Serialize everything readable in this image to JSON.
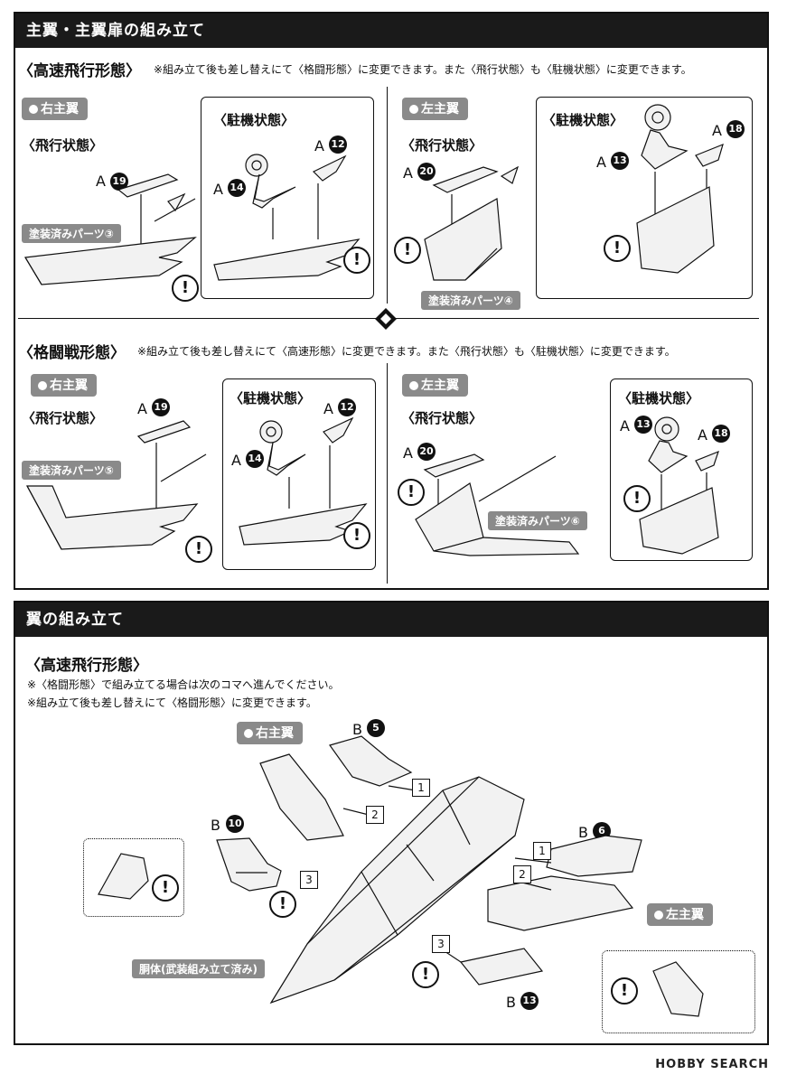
{
  "section1": {
    "title": "主翼・主翼扉の組み立て",
    "high_speed": {
      "mode_label": "〈高速飛行形態〉",
      "note": "※組み立て後も差し替えにて〈格闘形態〉に変更できます。また〈飛行状態〉も〈駐機状態〉に変更できます。",
      "right": {
        "wing_label": "右主翼",
        "flight_state": "〈飛行状態〉",
        "parked_state": "〈駐機状態〉",
        "painted_parts": "塗装済みパーツ③",
        "flight_part": {
          "prefix": "A",
          "num": "19"
        },
        "parked_parts": [
          {
            "prefix": "A",
            "num": "14"
          },
          {
            "prefix": "A",
            "num": "12"
          }
        ]
      },
      "left": {
        "wing_label": "左主翼",
        "flight_state": "〈飛行状態〉",
        "parked_state": "〈駐機状態〉",
        "painted_parts": "塗装済みパーツ④",
        "flight_part": {
          "prefix": "A",
          "num": "20"
        },
        "parked_parts": [
          {
            "prefix": "A",
            "num": "13"
          },
          {
            "prefix": "A",
            "num": "18"
          }
        ]
      }
    },
    "combat": {
      "mode_label": "〈格闘戦形態〉",
      "note": "※組み立て後も差し替えにて〈高速形態〉に変更できます。また〈飛行状態〉も〈駐機状態〉に変更できます。",
      "right": {
        "wing_label": "右主翼",
        "flight_state": "〈飛行状態〉",
        "parked_state": "〈駐機状態〉",
        "painted_parts": "塗装済みパーツ⑤",
        "flight_part": {
          "prefix": "A",
          "num": "19"
        },
        "parked_parts": [
          {
            "prefix": "A",
            "num": "14"
          },
          {
            "prefix": "A",
            "num": "12"
          }
        ]
      },
      "left": {
        "wing_label": "左主翼",
        "flight_state": "〈飛行状態〉",
        "parked_state": "〈駐機状態〉",
        "painted_parts": "塗装済みパーツ⑥",
        "flight_part": {
          "prefix": "A",
          "num": "20"
        },
        "parked_parts": [
          {
            "prefix": "A",
            "num": "13"
          },
          {
            "prefix": "A",
            "num": "18"
          }
        ]
      }
    }
  },
  "section2": {
    "title": "翼の組み立て",
    "mode_label": "〈高速飛行形態〉",
    "notes": [
      "※〈格闘形態〉で組み立てる場合は次のコマへ進んでください。",
      "※組み立て後も差し替えにて〈格闘形態〉に変更できます。"
    ],
    "right_wing_label": "右主翼",
    "left_wing_label": "左主翼",
    "body_label": "胴体(武装組み立て済み)",
    "parts": [
      {
        "prefix": "B",
        "num": "5"
      },
      {
        "prefix": "B",
        "num": "10"
      },
      {
        "prefix": "B",
        "num": "6"
      },
      {
        "prefix": "B",
        "num": "13"
      }
    ],
    "steps": [
      "1",
      "2",
      "3"
    ]
  },
  "warn_symbol": "!",
  "watermark": "HOBBY SEARCH"
}
